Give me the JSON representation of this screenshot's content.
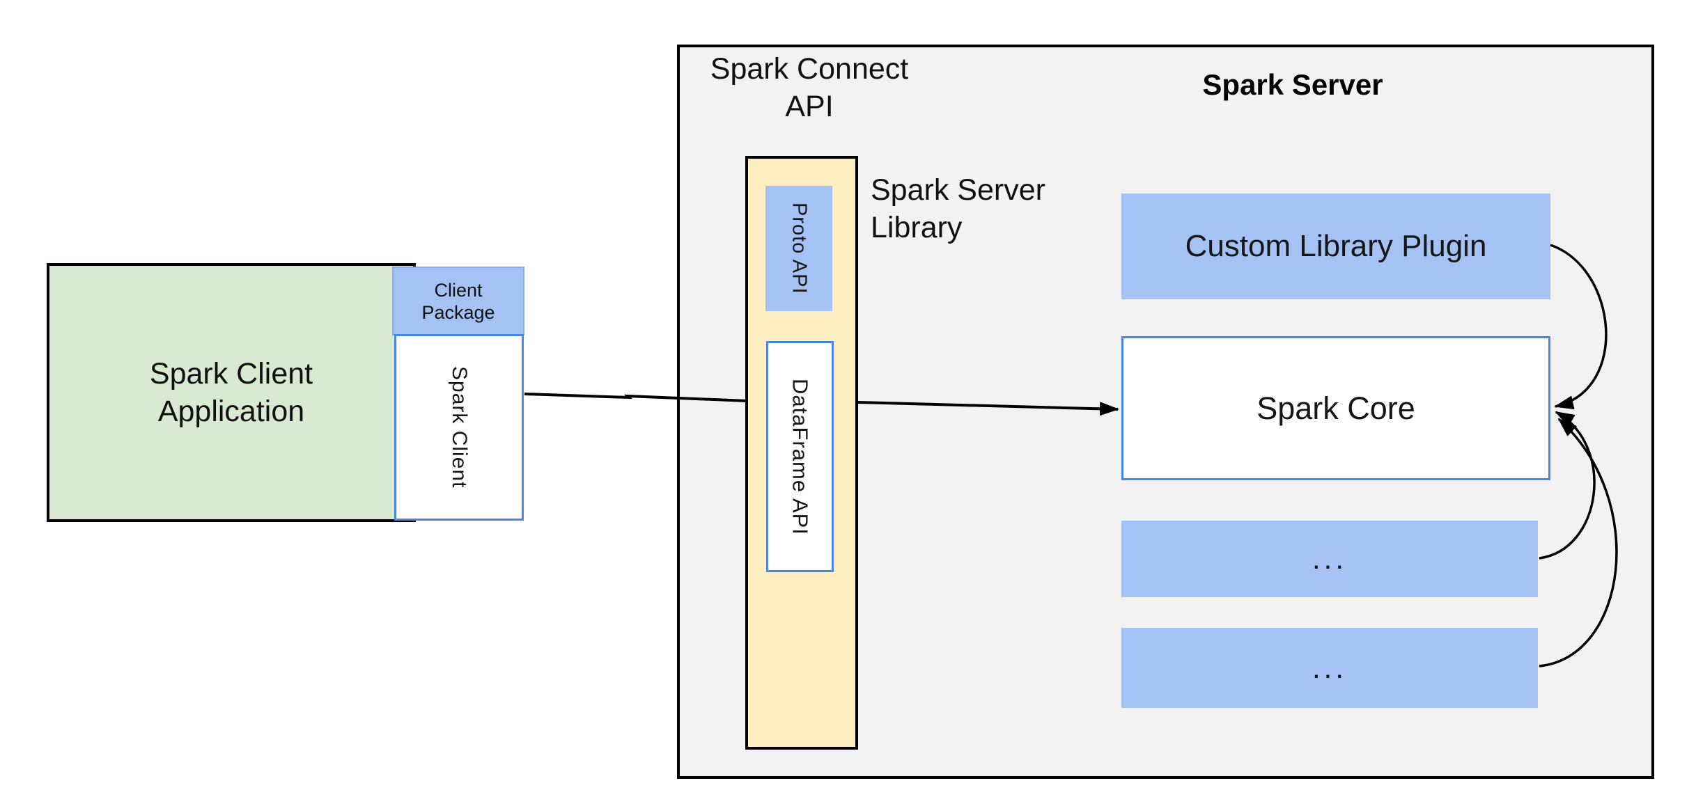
{
  "colors": {
    "green_fill": "#d9ead3",
    "blue_fill": "#a4c2f4",
    "yellow_fill": "#fdeec2",
    "gray_fill": "#f2f2f2",
    "blue_border": "#4a86e8",
    "line_color": "#000000",
    "text_color": "#111111"
  },
  "client_app": {
    "line1": "Spark Client",
    "line2": "Application"
  },
  "client_package": {
    "line1": "Client",
    "line2": "Package"
  },
  "spark_client": {
    "label": "Spark Client"
  },
  "connect_api": {
    "line1": "Spark Connect",
    "line2": "API"
  },
  "server_library": {
    "line1": "Spark Server",
    "line2": "Library"
  },
  "spark_server": {
    "title": "Spark Server"
  },
  "proto_api": {
    "label": "Proto API"
  },
  "dataframe_api": {
    "label": "DataFrame API"
  },
  "custom_plugin": {
    "label": "Custom Library Plugin"
  },
  "spark_core": {
    "label": "Spark Core"
  },
  "slot1": {
    "label": "..."
  },
  "slot2": {
    "label": "..."
  }
}
